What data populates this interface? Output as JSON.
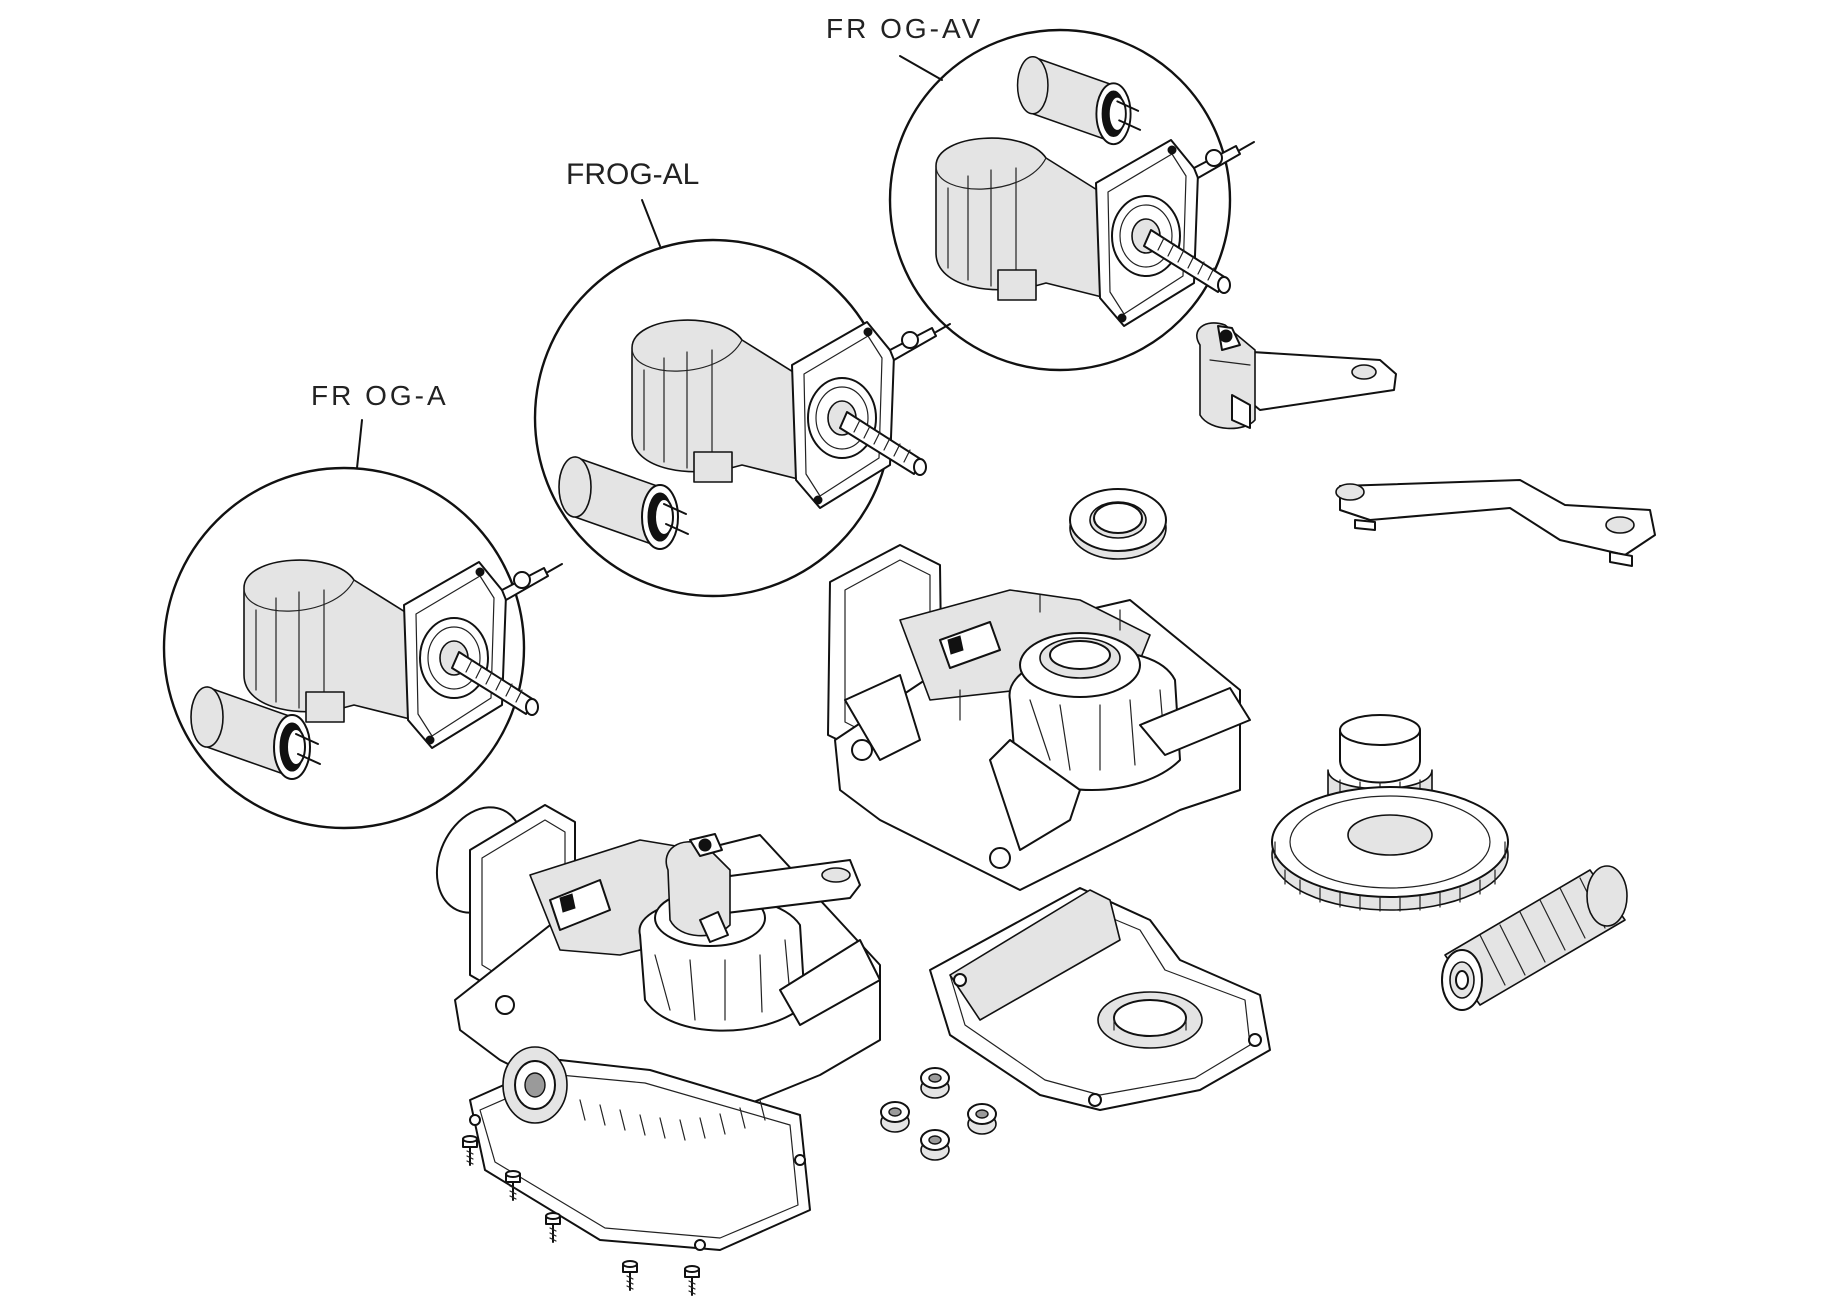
{
  "diagram": {
    "callouts": [
      {
        "id": "frog-a",
        "label": "FR OG-A"
      },
      {
        "id": "frog-al",
        "label": "FROG-AL"
      },
      {
        "id": "frog-av",
        "label": "FR OG-AV"
      }
    ]
  }
}
